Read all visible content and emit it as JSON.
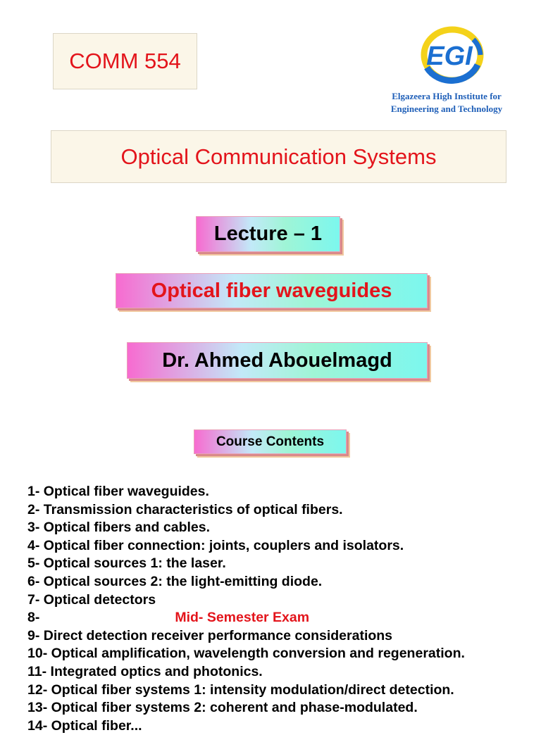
{
  "course_code": "COMM 554",
  "course_title": "Optical Communication Systems",
  "logo": {
    "icon": "egi-logo-icon",
    "text": "EGI"
  },
  "institute": [
    "Elgazeera High Institute for",
    "Engineering and Technology"
  ],
  "lecture": "Lecture – 1",
  "topic": "Optical fiber waveguides",
  "author": "Dr. Ahmed Abouelmagd",
  "contents_heading": "Course Contents",
  "contents": [
    {
      "num": "1-",
      "text": "Optical fiber waveguides."
    },
    {
      "num": "2-",
      "text": "Transmission characteristics of optical fibers."
    },
    {
      "num": "3-",
      "text": "Optical fibers and cables."
    },
    {
      "num": "4-",
      "text": "Optical fiber connection: joints, couplers and isolators."
    },
    {
      "num": "5-",
      "text": "Optical sources 1: the laser."
    },
    {
      "num": "6-",
      "text": "Optical sources 2: the light-emitting diode."
    },
    {
      "num": "7-",
      "text": "Optical detectors"
    },
    {
      "num": "8-",
      "text": "",
      "exam": "Mid- Semester Exam"
    },
    {
      "num": "9-",
      "text": "Direct detection receiver performance considerations"
    },
    {
      "num": "10-",
      "text": "Optical amplification, wavelength conversion and regeneration."
    },
    {
      "num": "11-",
      "text": "Integrated optics and photonics."
    },
    {
      "num": "12-",
      "text": "Optical fiber systems 1: intensity modulation/direct detection."
    },
    {
      "num": "13-",
      "text": "Optical fiber systems 2: coherent and phase-modulated."
    },
    {
      "num": "14-",
      "text": "Optical fiber..."
    }
  ],
  "colors": {
    "red": "#e3141b",
    "blue": "#1f5fb8",
    "logo_yellow": "#f4d21a",
    "logo_blue": "#1b6fd1"
  }
}
